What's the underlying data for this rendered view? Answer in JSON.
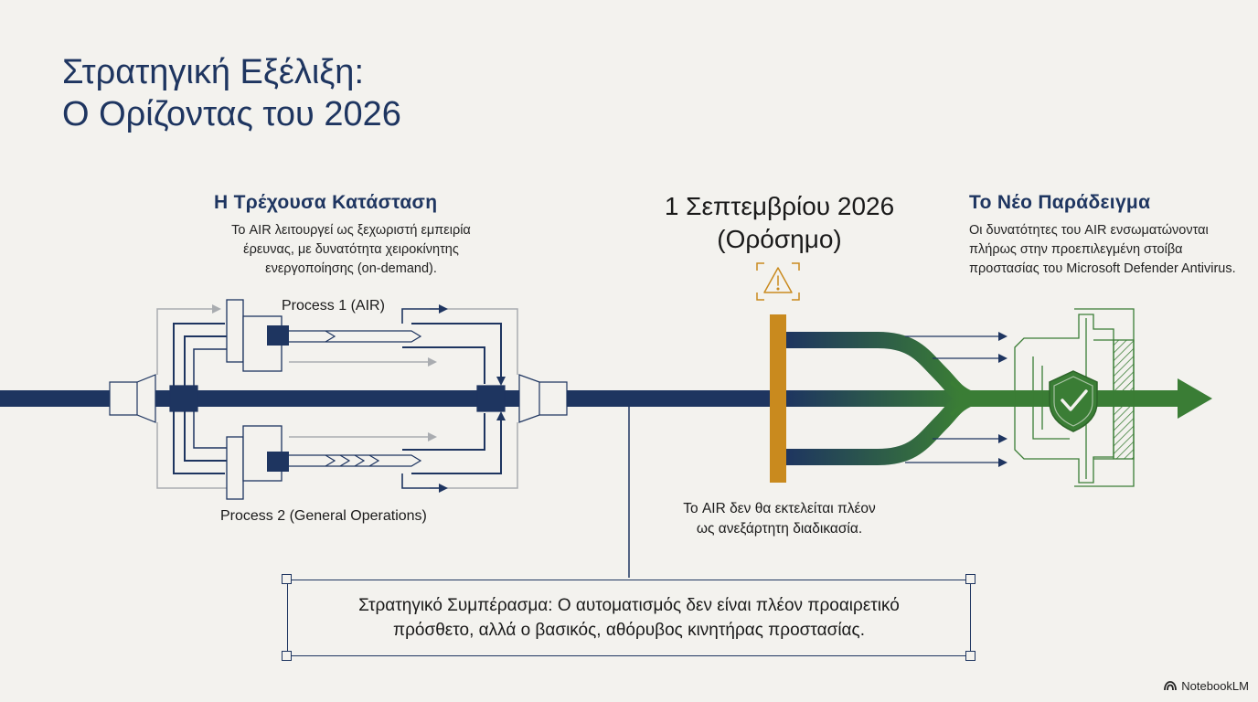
{
  "title": {
    "line1": "Στρατηγική Εξέλιξη:",
    "line2": "Ο Ορίζοντας του 2026"
  },
  "current_state": {
    "heading": "Η Τρέχουσα Κατάσταση",
    "description": "Το AIR λειτουργεί ως ξεχωριστή εμπειρία έρευνας, με δυνατότητα χειροκίνητης ενεργοποίησης (on-demand)."
  },
  "processes": {
    "process1": "Process 1 (AIR)",
    "process2": "Process 2 (General Operations)"
  },
  "milestone": {
    "line1": "1 Σεπτεμβρίου 2026",
    "line2": "(Ορόσημο)",
    "icon": "warning-icon",
    "color": "#c98a1e"
  },
  "new_paradigm": {
    "heading": "Το Νέο Παράδειγμα",
    "description": "Οι δυνατότητες του AIR ενσωματώνονται πλήρως στην προεπιλεγμένη στοίβα προστασίας του Microsoft Defender Antivirus.",
    "icon": "shield-check-icon",
    "color": "#3a7d35"
  },
  "air_note": {
    "line1": "Το AIR δεν θα εκτελείται πλέον",
    "line2": "ως ανεξάρτητη διαδικασία."
  },
  "conclusion": {
    "line1": "Στρατηγικό Συμπέρασμα: Ο αυτοματισμός δεν είναι πλέον προαιρετικό",
    "line2": "πρόσθετο, αλλά ο βασικός, αθόρυβος κινητήρας προστασίας."
  },
  "brand": {
    "name": "NotebookLM",
    "icon": "notebooklm-logo-icon"
  },
  "colors": {
    "navy": "#1e3560",
    "gold": "#c98a1e",
    "green": "#3a7d35",
    "grey": "#a9acb0"
  }
}
